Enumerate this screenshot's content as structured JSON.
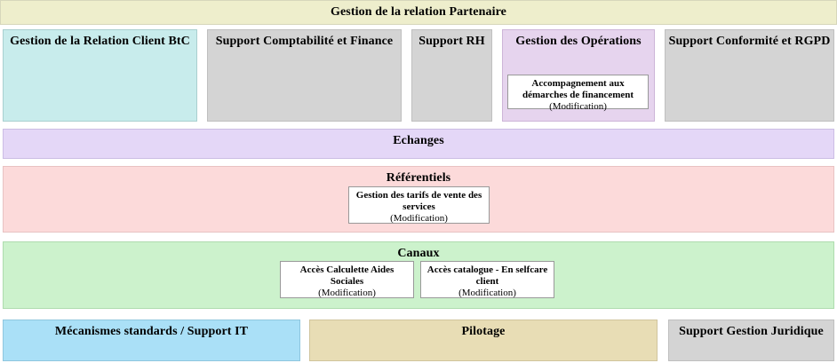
{
  "banner": {
    "title": "Gestion de la relation Partenaire"
  },
  "row_one": [
    {
      "id": "crc",
      "title": "Gestion de la Relation Client BtC",
      "color": "#c8ecec"
    },
    {
      "id": "fin",
      "title": "Support Comptabilité et Finance",
      "color": "#d4d4d4"
    },
    {
      "id": "rh",
      "title": "Support RH",
      "color": "#d4d4d4"
    },
    {
      "id": "ops",
      "title": "Gestion des Opérations",
      "color": "#e6d4ee"
    },
    {
      "id": "conf",
      "title": "Support Conformité et RGPD",
      "color": "#d4d4d4"
    }
  ],
  "bands": {
    "echanges": {
      "title": "Echanges",
      "color": "#e4d7f7"
    },
    "referentiels": {
      "title": "Référentiels",
      "color": "#fcdada"
    },
    "canaux": {
      "title": "Canaux",
      "color": "#ccf2cc"
    }
  },
  "row_bottom": [
    {
      "id": "mec",
      "title": "Mécanismes standards / Support IT",
      "color": "#aae0f7"
    },
    {
      "id": "pil",
      "title": "Pilotage",
      "color": "#e8ddb5"
    },
    {
      "id": "jur",
      "title": "Support Gestion Juridique",
      "color": "#d4d4d4"
    }
  ],
  "cards": {
    "accompagnement": {
      "title": "Accompagnement aux démarches de financement",
      "status": "(Modification)",
      "parent": "Gestion des Opérations"
    },
    "tarifs": {
      "title": "Gestion des tarifs de vente des services",
      "status": "(Modification)",
      "parent": "Référentiels"
    },
    "calculette": {
      "title": "Accès Calculette Aides Sociales",
      "status": "(Modification)",
      "parent": "Canaux"
    },
    "catalogue": {
      "title": "Accès catalogue - En selfcare client",
      "status": "(Modification)",
      "parent": "Canaux"
    }
  }
}
